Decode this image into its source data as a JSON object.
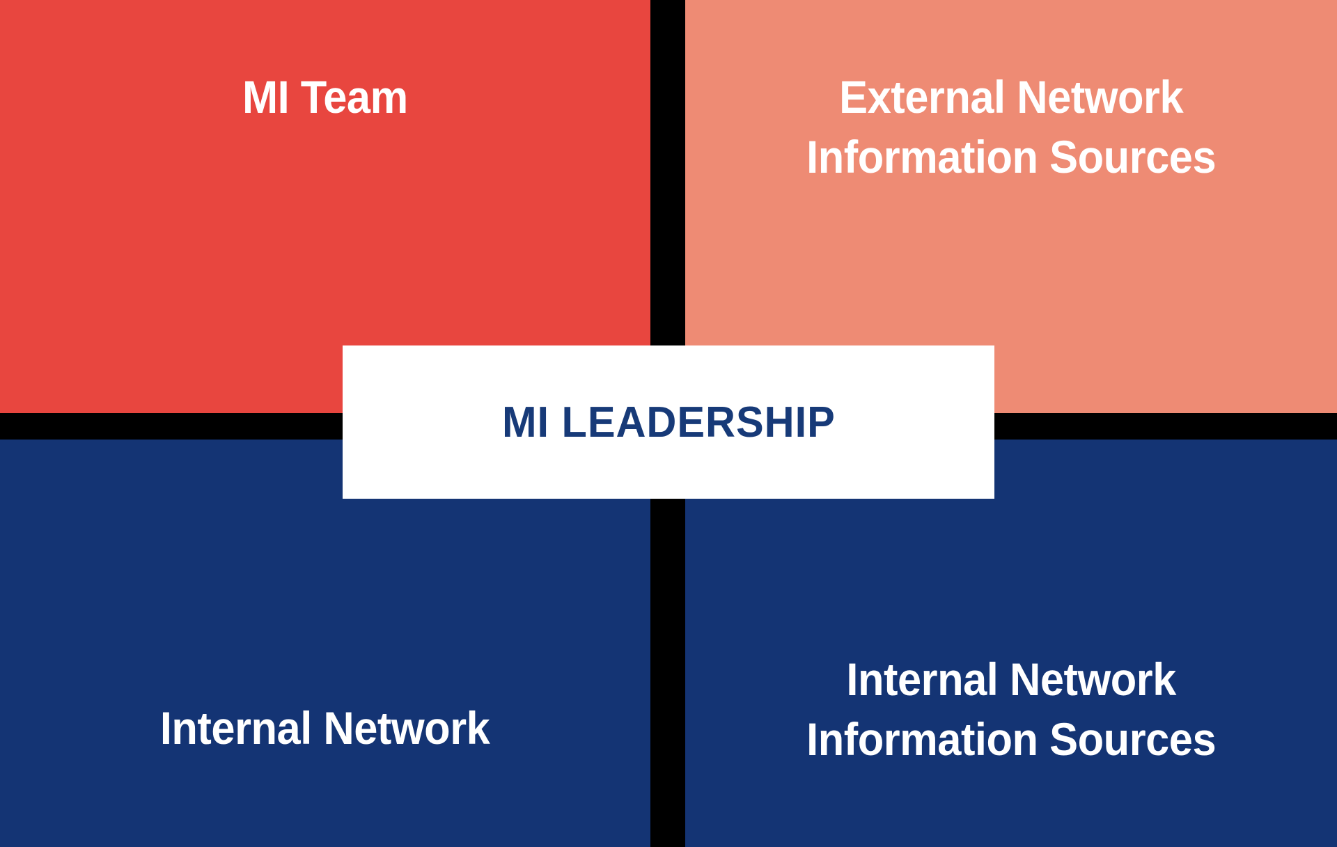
{
  "diagram": {
    "title": "MI Leadership quadrant diagram",
    "background_color": "#000000",
    "center": {
      "label": "MI LEADERSHIP",
      "text_color": "#173A78",
      "background_color": "#FFFFFF"
    },
    "quadrants": [
      {
        "id": "mi-team",
        "position": "top-left",
        "label": "MI Team",
        "background_color": "#E8463F",
        "text_color": "#FFFFFF"
      },
      {
        "id": "external-network-information-sources",
        "position": "top-right",
        "label": "External Network\nInformation Sources",
        "background_color": "#EE8B74",
        "text_color": "#FFFFFF"
      },
      {
        "id": "internal-network",
        "position": "bottom-left",
        "label": "Internal Network",
        "background_color": "#143474",
        "text_color": "#FFFFFF"
      },
      {
        "id": "internal-network-information-sources",
        "position": "bottom-right",
        "label": "Internal Network\nInformation Sources",
        "background_color": "#143474",
        "text_color": "#FFFFFF"
      }
    ]
  }
}
